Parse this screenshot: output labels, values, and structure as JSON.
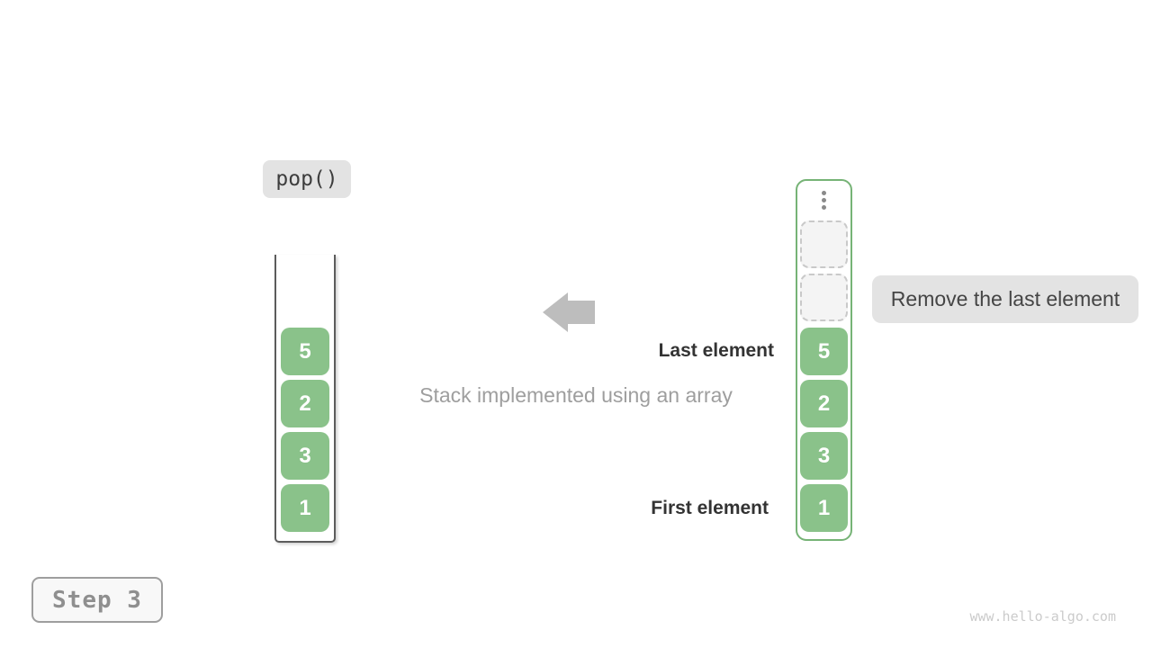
{
  "operation": {
    "label": "pop()"
  },
  "step": {
    "label": "Step 3"
  },
  "caption": {
    "text": "Stack implemented using an array"
  },
  "annotations": {
    "last_element": "Last element",
    "first_element": "First element",
    "remove_callout": "Remove the last element"
  },
  "left_stack": {
    "items": [
      "5",
      "2",
      "3",
      "1"
    ]
  },
  "right_array": {
    "ellipsis_icon": "vertical-ellipsis",
    "empty_slot_count": 2,
    "items": [
      "5",
      "2",
      "3",
      "1"
    ]
  },
  "icons": {
    "arrow": "left-arrow"
  },
  "watermark": {
    "text": "www.hello-algo.com"
  },
  "colors": {
    "cell_green": "#8ac28a",
    "array_border_green": "#76b376",
    "label_gray_bg": "#e3e3e3",
    "empty_slot_bg": "#f4f4f4",
    "empty_slot_border": "#c9c9c9",
    "arrow_gray": "#bdbdbd",
    "caption_gray": "#9e9e9e",
    "annotation_text": "#333333",
    "step_text": "#8f8f8f",
    "watermark_gray": "#cbcbcb"
  }
}
